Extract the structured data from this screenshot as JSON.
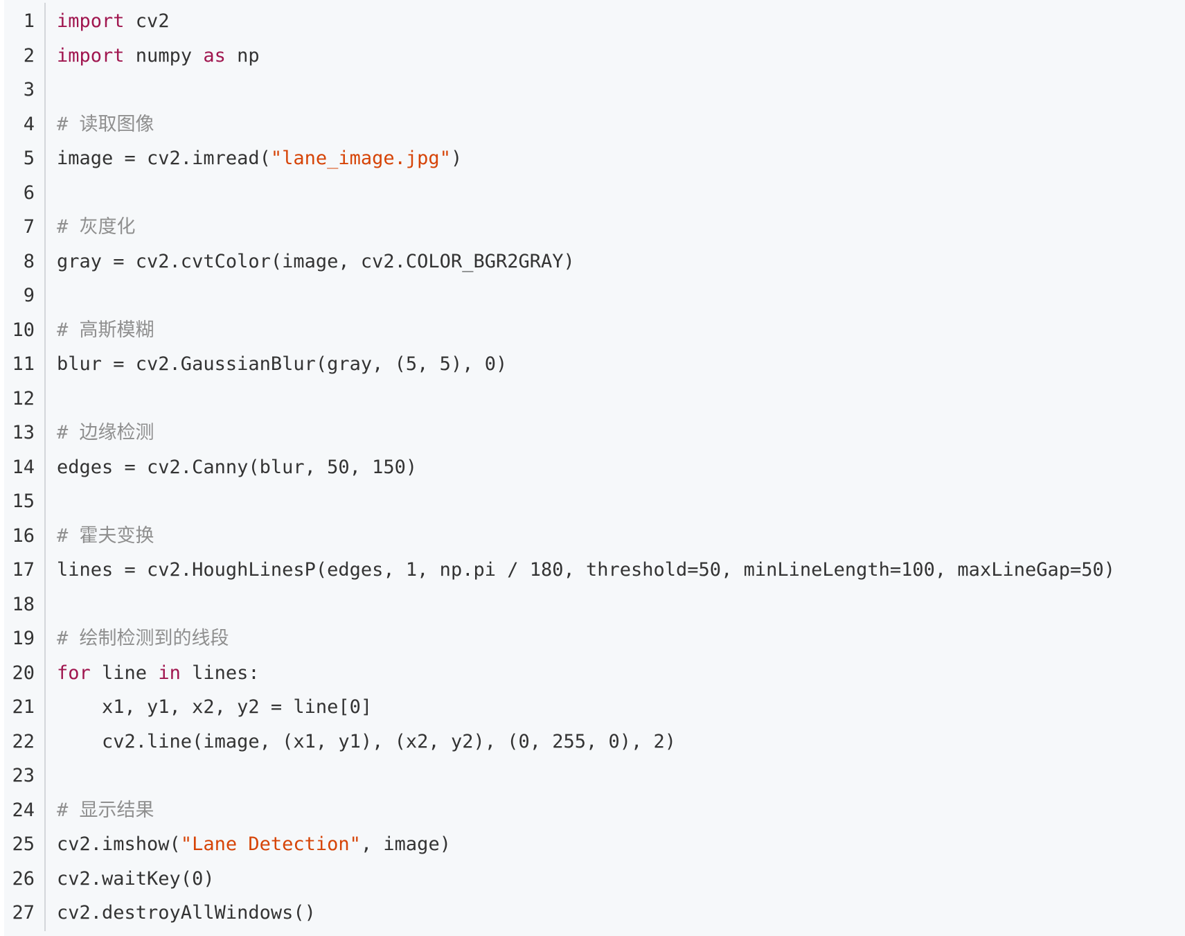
{
  "colors": {
    "background": "#f6f8fa",
    "keyword": "#a0164f",
    "string": "#d64407",
    "comment": "#8f8f8f",
    "text": "#333333"
  },
  "code": {
    "language": "python",
    "lines": [
      [
        {
          "t": "kw",
          "v": "import"
        },
        {
          "t": "plain",
          "v": " cv2"
        }
      ],
      [
        {
          "t": "kw",
          "v": "import"
        },
        {
          "t": "plain",
          "v": " numpy "
        },
        {
          "t": "kw",
          "v": "as"
        },
        {
          "t": "plain",
          "v": " np"
        }
      ],
      [],
      [
        {
          "t": "comment",
          "v": "# 读取图像"
        }
      ],
      [
        {
          "t": "plain",
          "v": "image = cv2.imread("
        },
        {
          "t": "str",
          "v": "\"lane_image.jpg\""
        },
        {
          "t": "plain",
          "v": ")"
        }
      ],
      [],
      [
        {
          "t": "comment",
          "v": "# 灰度化"
        }
      ],
      [
        {
          "t": "plain",
          "v": "gray = cv2.cvtColor(image, cv2.COLOR_BGR2GRAY)"
        }
      ],
      [],
      [
        {
          "t": "comment",
          "v": "# 高斯模糊"
        }
      ],
      [
        {
          "t": "plain",
          "v": "blur = cv2.GaussianBlur(gray, (5, 5), 0)"
        }
      ],
      [],
      [
        {
          "t": "comment",
          "v": "# 边缘检测"
        }
      ],
      [
        {
          "t": "plain",
          "v": "edges = cv2.Canny(blur, 50, 150)"
        }
      ],
      [],
      [
        {
          "t": "comment",
          "v": "# 霍夫变换"
        }
      ],
      [
        {
          "t": "plain",
          "v": "lines = cv2.HoughLinesP(edges, 1, np.pi / 180, threshold=50, minLineLength=100, maxLineGap=50)"
        }
      ],
      [],
      [
        {
          "t": "comment",
          "v": "# 绘制检测到的线段"
        }
      ],
      [
        {
          "t": "kw",
          "v": "for"
        },
        {
          "t": "plain",
          "v": " line "
        },
        {
          "t": "kw",
          "v": "in"
        },
        {
          "t": "plain",
          "v": " lines:"
        }
      ],
      [
        {
          "t": "plain",
          "v": "    x1, y1, x2, y2 = line[0]"
        }
      ],
      [
        {
          "t": "plain",
          "v": "    cv2.line(image, (x1, y1), (x2, y2), (0, 255, 0), 2)"
        }
      ],
      [],
      [
        {
          "t": "comment",
          "v": "# 显示结果"
        }
      ],
      [
        {
          "t": "plain",
          "v": "cv2.imshow("
        },
        {
          "t": "str",
          "v": "\"Lane Detection\""
        },
        {
          "t": "plain",
          "v": ", image)"
        }
      ],
      [
        {
          "t": "plain",
          "v": "cv2.waitKey(0)"
        }
      ],
      [
        {
          "t": "plain",
          "v": "cv2.destroyAllWindows()"
        }
      ]
    ],
    "line_numbers": [
      "1",
      "2",
      "3",
      "4",
      "5",
      "6",
      "7",
      "8",
      "9",
      "10",
      "11",
      "12",
      "13",
      "14",
      "15",
      "16",
      "17",
      "18",
      "19",
      "20",
      "21",
      "22",
      "23",
      "24",
      "25",
      "26",
      "27"
    ]
  }
}
